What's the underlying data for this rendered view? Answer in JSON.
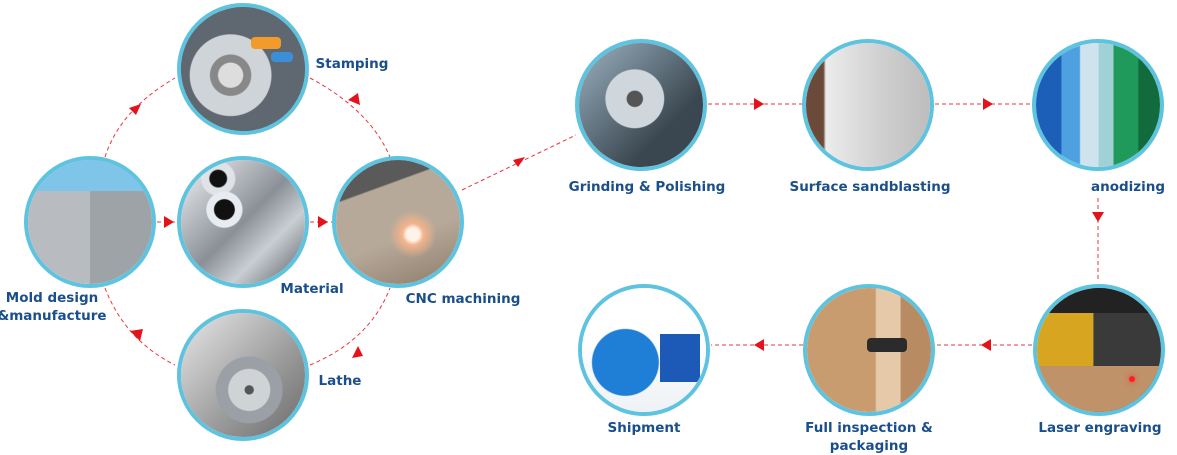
{
  "colors": {
    "ring": "#5ec3df",
    "arrow": "#e3121b",
    "label": "#1a4f8b"
  },
  "steps": [
    {
      "id": "stamping",
      "label": "Stamping"
    },
    {
      "id": "mold",
      "label": "Mold design &manufacture"
    },
    {
      "id": "material",
      "label": "Material"
    },
    {
      "id": "cnc",
      "label": "CNC machining"
    },
    {
      "id": "lathe",
      "label": "Lathe"
    },
    {
      "id": "grinding",
      "label": "Grinding & Polishing"
    },
    {
      "id": "sandblasting",
      "label": "Surface sandblasting"
    },
    {
      "id": "anodizing",
      "label": "anodizing"
    },
    {
      "id": "laser",
      "label": "Laser engraving"
    },
    {
      "id": "inspection",
      "label": "Full inspection & packaging"
    },
    {
      "id": "shipment",
      "label": "Shipment"
    }
  ]
}
